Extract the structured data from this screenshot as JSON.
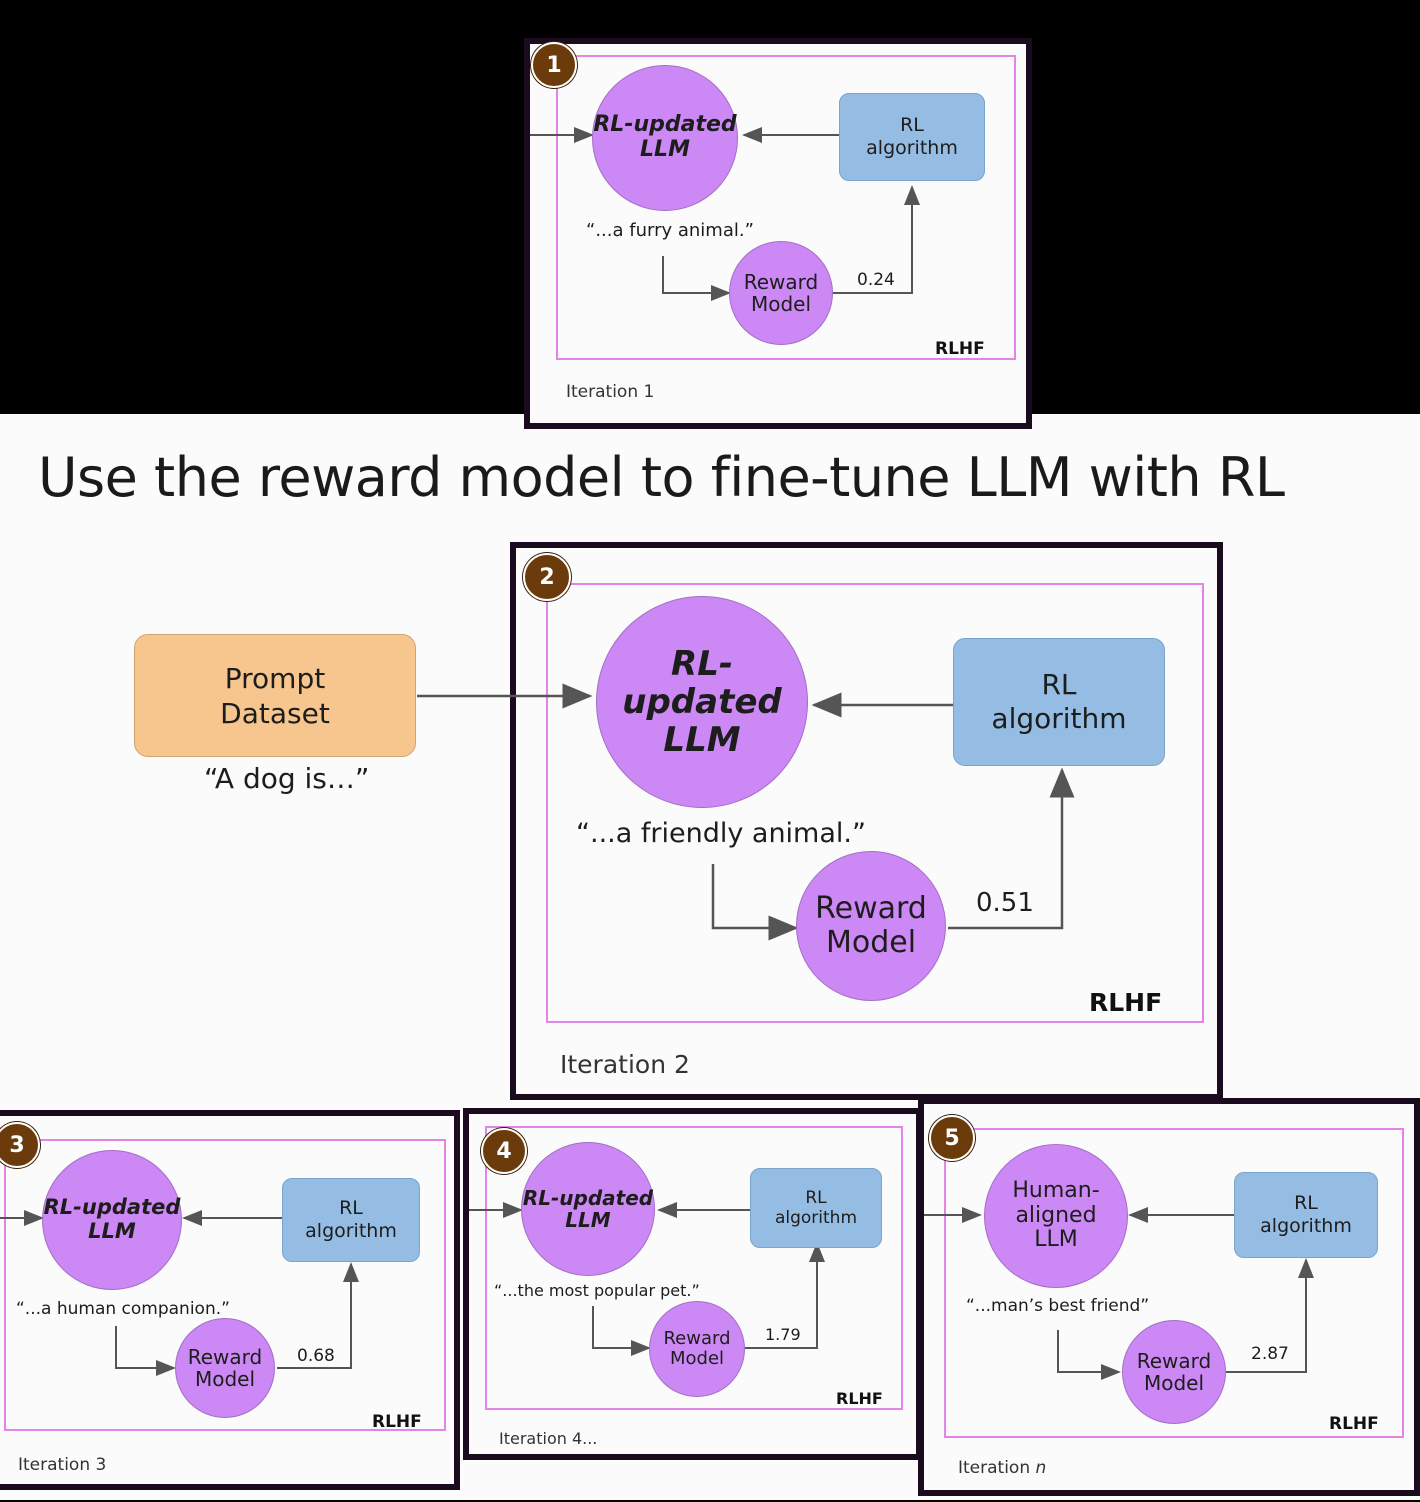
{
  "page": {
    "title": "Use the reward model to fine-tune LLM with RL",
    "prompt_dataset": {
      "label_line1": "Prompt",
      "label_line2": "Dataset",
      "example": "“A dog is…”"
    }
  },
  "common": {
    "rl_line1": "RL",
    "rl_line2": "algorithm",
    "reward_line1": "Reward",
    "reward_line2": "Model",
    "rlhf": "RLHF"
  },
  "iterations": [
    {
      "badge": "1",
      "llm_line1": "RL-updated",
      "llm_line2": "LLM",
      "completion": "“...a furry animal.”",
      "reward_value": "0.24",
      "caption": "Iteration 1"
    },
    {
      "badge": "2",
      "llm_line1": "RL-updated",
      "llm_line2": "LLM",
      "completion": "“...a friendly animal.”",
      "reward_value": "0.51",
      "caption": "Iteration 2"
    },
    {
      "badge": "3",
      "llm_line1": "RL-updated",
      "llm_line2": "LLM",
      "completion": "“...a human companion.”",
      "reward_value": "0.68",
      "caption": "Iteration 3"
    },
    {
      "badge": "4",
      "llm_line1": "RL-updated",
      "llm_line2": "LLM",
      "completion": "“...the most popular pet.”",
      "reward_value": "1.79",
      "caption": "Iteration 4..."
    },
    {
      "badge": "5",
      "llm_line1": "Human-",
      "llm_line2": "aligned",
      "llm_line3": "LLM",
      "completion": "“...man’s best friend”",
      "reward_value": "2.87",
      "caption_prefix": "Iteration ",
      "caption_var": "n"
    }
  ],
  "colors": {
    "llm_circle": "#cc88f4",
    "rl_box": "#95bde4",
    "prompt_box": "#f6c68e",
    "inner_frame": "#e384e6",
    "badge": "#6b3b0c",
    "panel_border": "#1b0b1e"
  }
}
